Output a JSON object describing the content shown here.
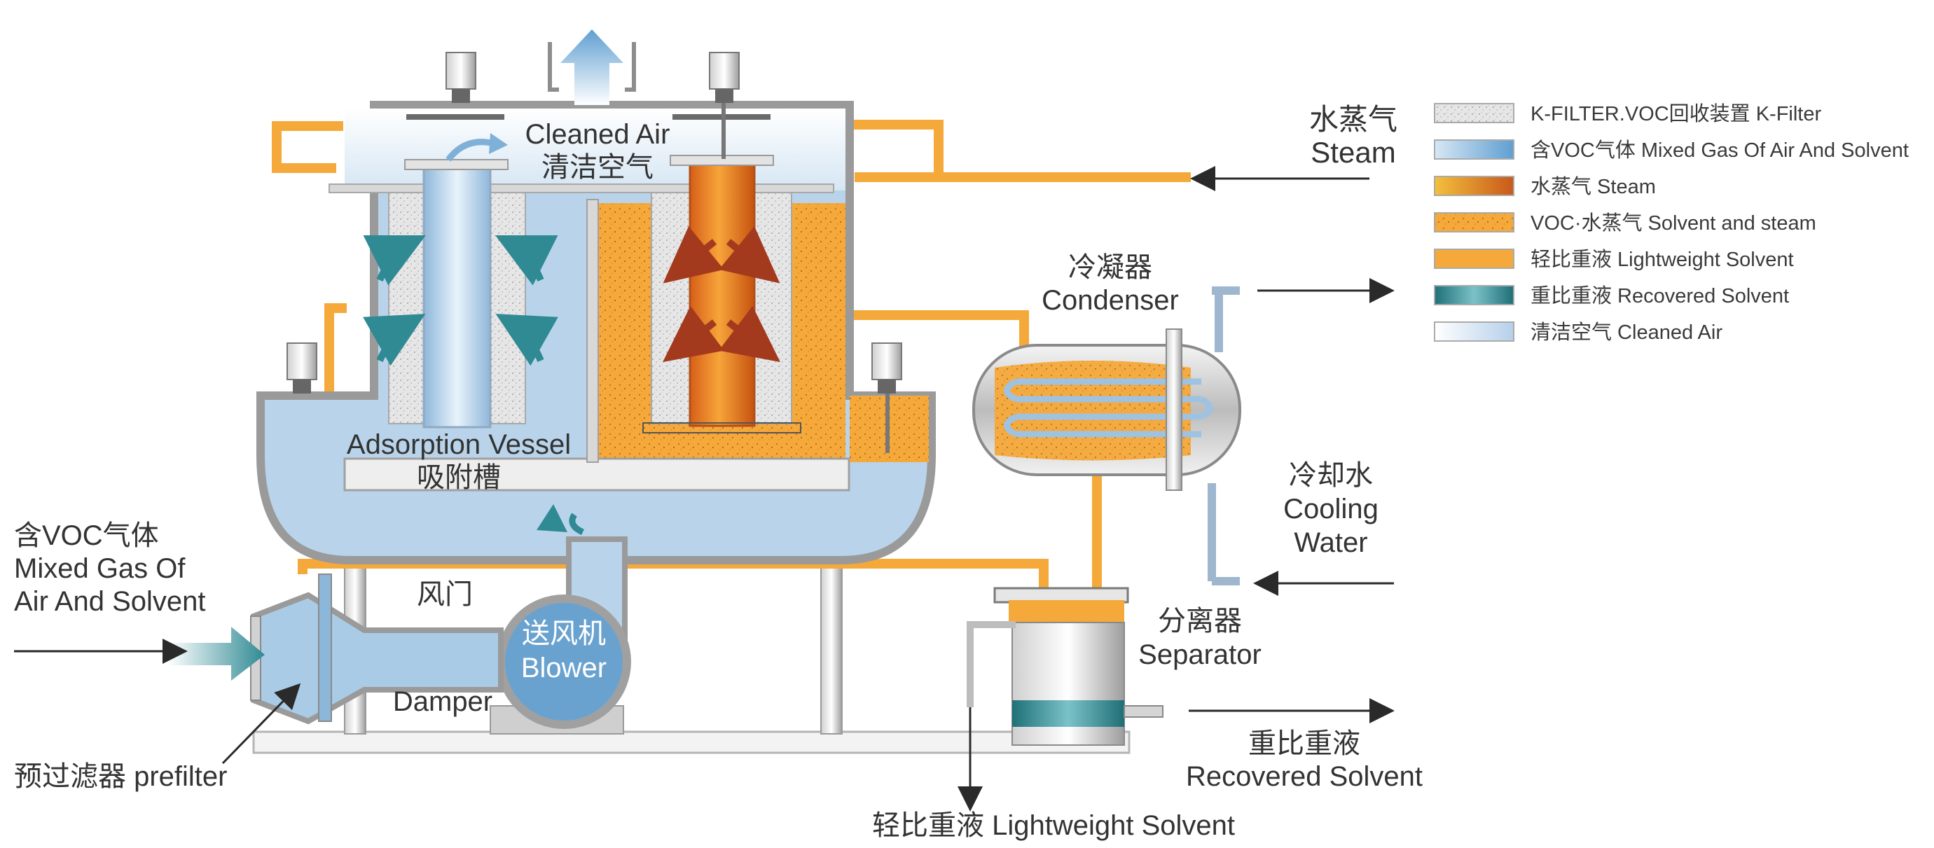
{
  "labels": {
    "cleaned_air_en": "Cleaned Air",
    "cleaned_air_zh": "清洁空气",
    "steam_zh": "水蒸气",
    "steam_en": "Steam",
    "condenser_zh": "冷凝器",
    "condenser_en": "Condenser",
    "adsorption_en": "Adsorption Vessel",
    "adsorption_zh": "吸附槽",
    "cooling_zh": "冷却水",
    "cooling_en_1": "Cooling",
    "cooling_en_2": "Water",
    "mixed_zh": "含VOC气体",
    "mixed_en_1": "Mixed Gas Of",
    "mixed_en_2": "Air And Solvent",
    "damper_zh": "风门",
    "damper_en": "Damper",
    "blower_zh": "送风机",
    "blower_en": "Blower",
    "separator_zh": "分离器",
    "separator_en": "Separator",
    "recovered_zh": "重比重液",
    "recovered_en": "Recovered Solvent",
    "prefilter": "预过滤器 prefilter",
    "lightweight": "轻比重液  Lightweight Solvent"
  },
  "legend": [
    {
      "label": "K-FILTER.VOC回收装置 K-Filter",
      "swatch": "k-filter"
    },
    {
      "label": "含VOC气体 Mixed Gas Of Air And Solvent",
      "swatch": "mixed-gas"
    },
    {
      "label": "水蒸气 Steam",
      "swatch": "steam"
    },
    {
      "label": "VOC·水蒸气 Solvent and steam",
      "swatch": "solvent-steam"
    },
    {
      "label": "轻比重液  Lightweight Solvent",
      "swatch": "lightweight"
    },
    {
      "label": "重比重液  Recovered Solvent",
      "swatch": "recovered"
    },
    {
      "label": "清洁空气  Cleaned Air",
      "swatch": "cleaned-air"
    }
  ],
  "colors": {
    "orange": "#f5a93a",
    "mixed_gas_blue": "#b7d3ea",
    "steam_dark": "#c8581a",
    "teal": "#2f8a94",
    "steel": "#a8a8a8",
    "arrow_blue": "#3a86c6",
    "arrow_red": "#a33a1e"
  }
}
